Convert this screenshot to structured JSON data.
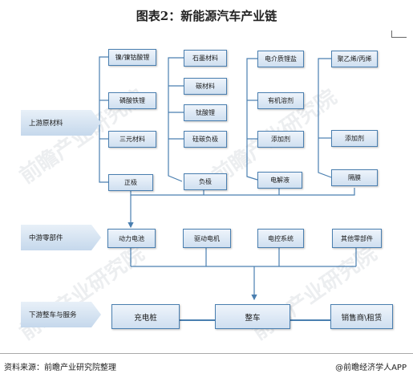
{
  "title": "图表2：新能源汽车产业链",
  "stages": {
    "upstream": "上游原材料",
    "midstream": "中游零部件",
    "downstream": "下游整车与服务"
  },
  "upstream": {
    "col1": [
      "镍/镍钴酸锂",
      "磷酸铁锂",
      "三元材料",
      "正极"
    ],
    "col2": [
      "石墨材料",
      "碳材料",
      "钛酸锂",
      "硅碳负极",
      "负极"
    ],
    "col3": [
      "电介质锂盐",
      "有机溶剂",
      "添加剂",
      "电解液"
    ],
    "col4": [
      "聚乙烯/丙烯",
      "添加剂",
      "隔膜"
    ]
  },
  "midstream": [
    "动力电池",
    "驱动电机",
    "电控系统",
    "其他零部件"
  ],
  "downstream": {
    "charging": "充电桩",
    "vehicle": "整车",
    "dealer": "销售商\\租赁"
  },
  "watermark": "前瞻产业研究院",
  "footer": {
    "source": "资料来源：前瞻产业研究院整理",
    "brand": "@前瞻经济学人APP"
  }
}
